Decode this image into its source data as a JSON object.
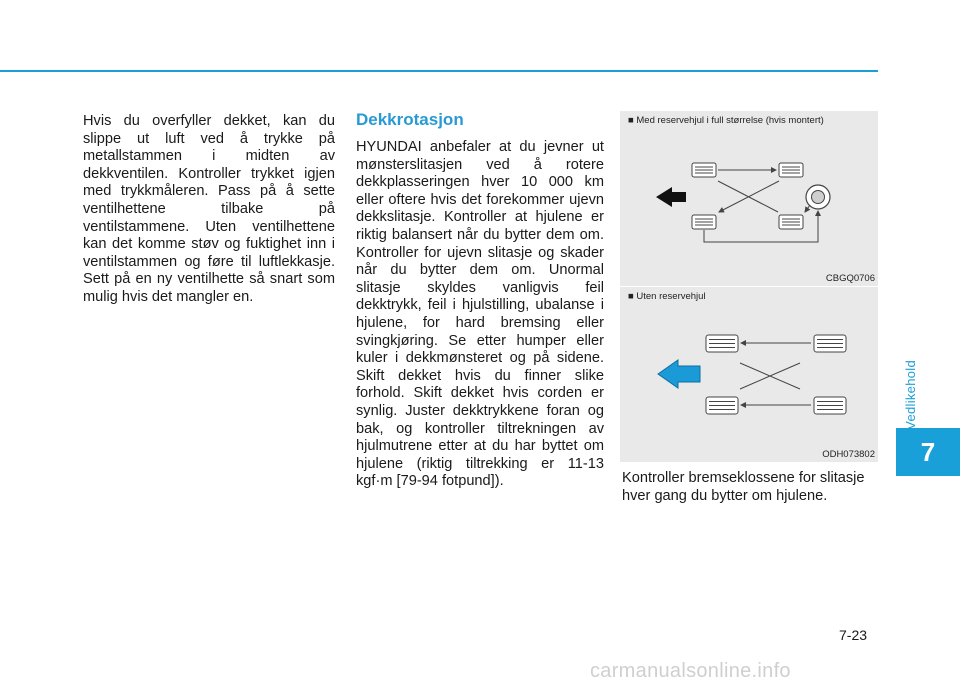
{
  "col1": {
    "paragraph": "Hvis du overfyller dekket, kan du slippe ut luft ved å trykke på metallstammen i midten av dekkventilen. Kontroller trykket igjen med trykkmåleren. Pass på å sette ventilhettene tilbake på ventilstammene. Uten ventilhettene kan det komme støv og fuktighet inn i ventilstammen og føre til luftlekkasje. Sett på en ny ventilhette så snart som mulig hvis det mangler en."
  },
  "section": {
    "heading": "Dekkrotasjon",
    "paragraph": "HYUNDAI anbefaler at du jevner ut mønsterslitasjen ved å rotere dekkplasseringen hver 10 000 km eller oftere hvis det forekommer ujevn dekkslitasje. Kontroller at hjulene er riktig balansert når du bytter dem om. Kontroller for ujevn slitasje og skader når du bytter dem om. Unormal slitasje skyldes vanligvis feil dekktrykk, feil i hjulstilling, ubalanse i hjulene, for hard bremsing eller svingkjøring. Se etter humper eller kuler i dekkmønsteret og på sidene. Skift dekket hvis du finner slike forhold. Skift dekket hvis corden er synlig. Juster dekktrykkene foran og bak, og kontroller tiltrekningen av hjulmutrene etter at du har byttet om hjulene (riktig tiltrekking er 11-13 kgf·m [79-94 fotpund])."
  },
  "figures": [
    {
      "caption": "■ Med reservehjul i full størrelse (hvis montert)",
      "code": "CBGQ0706"
    },
    {
      "caption": "■ Uten reservehjul",
      "code": "ODH073802"
    }
  ],
  "col3": {
    "paragraph": "Kontroller bremseklossene for slitasje hver gang du bytter om hjulene."
  },
  "side_label": "Vedlikehold",
  "chapter": "7",
  "page_number": "7-23",
  "watermark": "carmanualsonline.info",
  "colors": {
    "accent": "#1aa0d8",
    "heading": "#2a9ad4",
    "arrow_fill": "#1a9ad6",
    "figure_bg": "#e9e9e9"
  }
}
